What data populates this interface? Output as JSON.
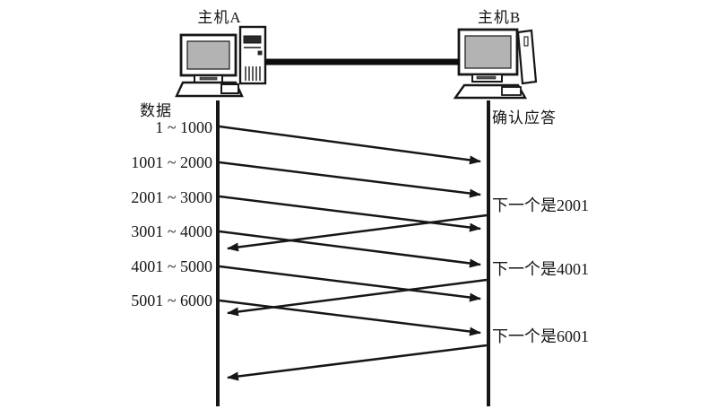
{
  "hosts": {
    "a_label": "主机A",
    "b_label": "主机B"
  },
  "columns": {
    "data_title": "数据",
    "ack_title": "确认应答"
  },
  "segments": [
    "1 ~ 1000",
    "1001 ~ 2000",
    "2001 ~ 3000",
    "3001 ~ 4000",
    "4001 ~ 5000",
    "5001 ~ 6000"
  ],
  "acks": [
    "下一个是2001",
    "下一个是4001",
    "下一个是6001"
  ],
  "icons": {
    "host_a": "desktop-computer-icon",
    "host_b": "desktop-computer-icon",
    "arrowhead": "solid-triangle-arrowhead"
  },
  "colors": {
    "ink": "#161616",
    "screen_fill": "#b3b3b3",
    "background": "#ffffff"
  }
}
